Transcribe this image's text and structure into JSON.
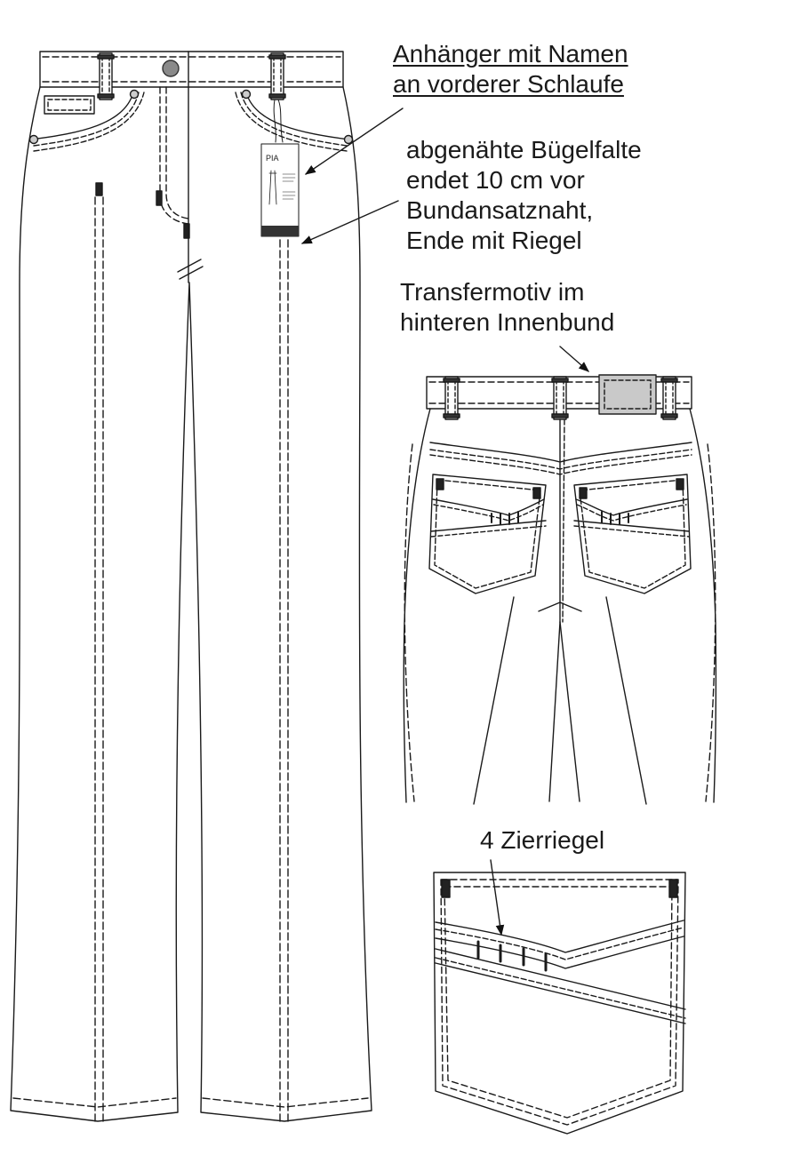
{
  "annotations": {
    "name_tag": {
      "lines": [
        "Anhänger mit Namen",
        "an vorderer Schlaufe"
      ],
      "underlined": true
    },
    "crease": {
      "lines": [
        "abgenähte Bügelfalte",
        "endet 10 cm vor",
        "Bundansatznaht,",
        "Ende mit Riegel"
      ]
    },
    "transfer": {
      "lines": [
        "Transfermotiv im",
        "hinteren Innenbund"
      ]
    },
    "bartacks": {
      "lines": [
        "4 Zierriegel"
      ]
    }
  },
  "hang_tag": {
    "brand": "PIA"
  },
  "colors": {
    "line": "#1a1a1a",
    "background": "#ffffff",
    "transfer_patch": "#c9c9c9",
    "button": "#8a8a8a"
  }
}
